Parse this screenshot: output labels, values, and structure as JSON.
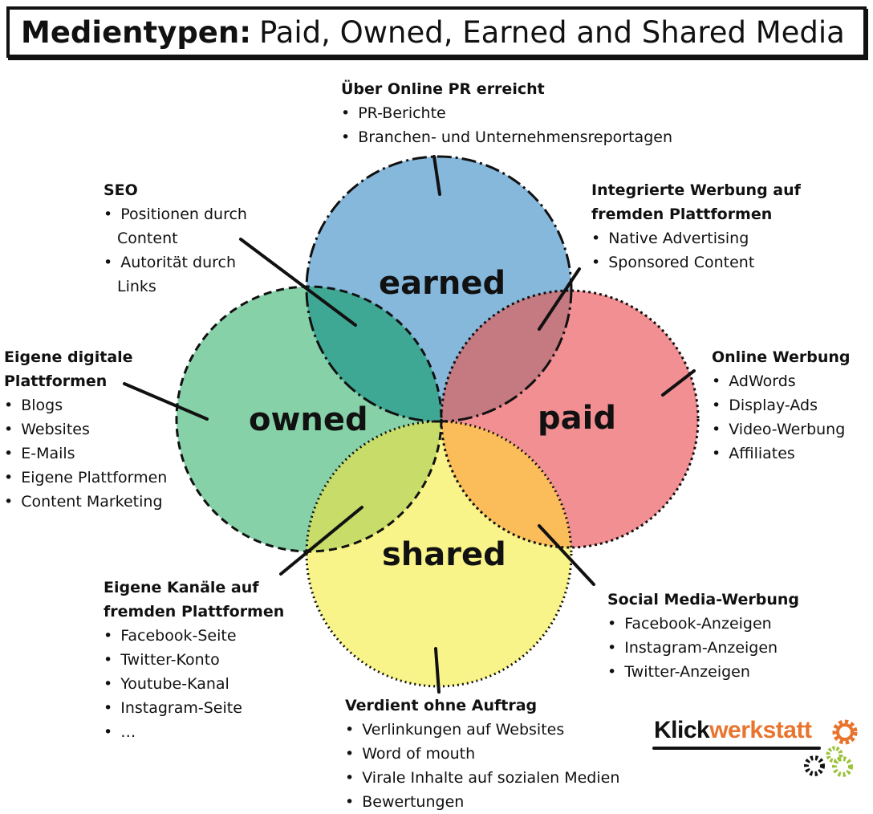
{
  "title": {
    "bold": "Medientypen:",
    "rest": "Paid, Owned, Earned and Shared Media"
  },
  "circles": {
    "earned": "earned",
    "owned": "owned",
    "paid": "paid",
    "shared": "shared"
  },
  "colors": {
    "earned": "#86b8dc",
    "owned": "#86d1a8",
    "paid": "#f28f93",
    "shared": "#f9f48a",
    "owned_earned": "#3fa895",
    "earned_paid": "#c47a80",
    "owned_shared": "#c8dc6a",
    "paid_shared": "#fbbd5a"
  },
  "blocks": {
    "earned_top": {
      "heading": "Über Online PR erreicht",
      "items": [
        "PR-Berichte",
        "Branchen- und Unternehmensreportagen"
      ]
    },
    "seo": {
      "heading": "SEO",
      "items": [
        "Positionen durch",
        "Content",
        "Autorität durch",
        "Links"
      ]
    },
    "integrated": {
      "heading1": "Integrierte Werbung auf",
      "heading2": "fremden Plattformen",
      "items": [
        "Native Advertising",
        "Sponsored Content"
      ]
    },
    "owned_left": {
      "heading1": "Eigene digitale",
      "heading2": "Plattformen",
      "items": [
        "Blogs",
        "Websites",
        "E-Mails",
        "Eigene Plattformen",
        "Content Marketing"
      ]
    },
    "paid_right": {
      "heading": "Online Werbung",
      "items": [
        "AdWords",
        "Display-Ads",
        "Video-Werbung",
        "Affiliates"
      ]
    },
    "channels": {
      "heading1": "Eigene Kanäle auf",
      "heading2": "fremden Plattformen",
      "items": [
        "Facebook-Seite",
        "Twitter-Konto",
        "Youtube-Kanal",
        "Instagram-Seite",
        "…"
      ]
    },
    "social": {
      "heading": "Social Media-Werbung",
      "items": [
        "Facebook-Anzeigen",
        "Instagram-Anzeigen",
        "Twitter-Anzeigen"
      ]
    },
    "shared_bottom": {
      "heading": "Verdient ohne Auftrag",
      "items": [
        "Verlinkungen auf Websites",
        "Word of mouth",
        "Virale Inhalte auf sozialen Medien",
        "Bewertungen"
      ]
    }
  },
  "logo": {
    "part1": "Klick",
    "part2": "werkstatt"
  }
}
